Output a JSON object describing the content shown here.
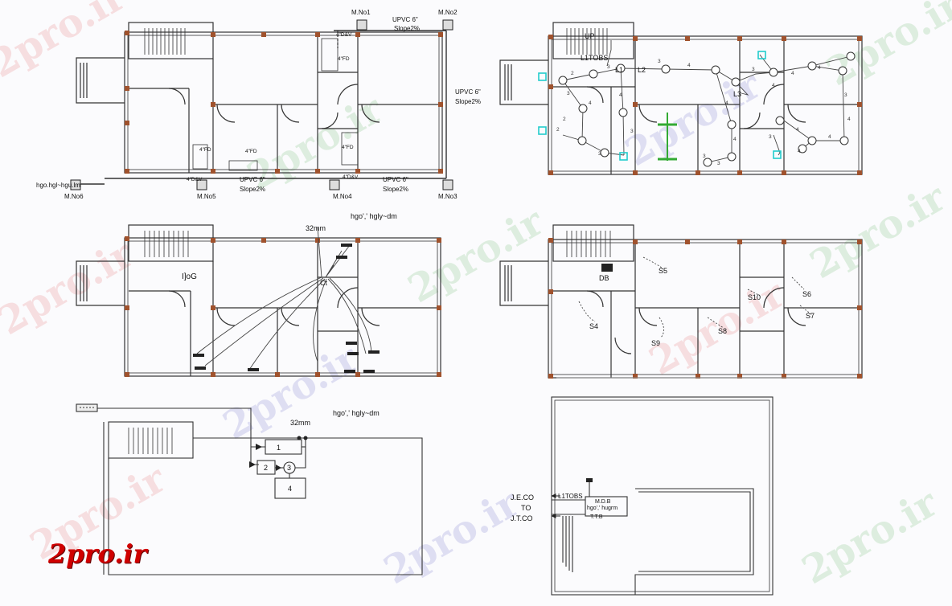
{
  "watermarks": [
    {
      "text": "2pro.ir",
      "cls": "r"
    },
    {
      "text": "2pro.ir",
      "cls": "g"
    },
    {
      "text": "2pro.ir",
      "cls": "b"
    },
    {
      "text": "2pro.ir",
      "cls": "g"
    },
    {
      "text": "2pro.ir",
      "cls": "r"
    },
    {
      "text": "2pro.ir",
      "cls": "b"
    },
    {
      "text": "2pro.ir",
      "cls": "g"
    },
    {
      "text": "2pro.ir",
      "cls": "r"
    },
    {
      "text": "2pro.ir",
      "cls": "g"
    },
    {
      "text": "2pro.ir",
      "cls": "b"
    },
    {
      "text": "2pro.ir",
      "cls": "g"
    },
    {
      "text": "2pro.ir",
      "cls": "r"
    }
  ],
  "logo": "2pro.ir",
  "plumbing_plan": {
    "manholes": [
      "M.No1",
      "M.No2",
      "M.No3",
      "M.No4",
      "M.No5",
      "M.No6"
    ],
    "pipe_labels": [
      "UPVC 6\"",
      "Slope2%",
      "UPVC 6\"",
      "Slope2%",
      "UPVC 6\"",
      "Slope2%",
      "UPVC 6\"",
      "Slope2%"
    ],
    "fitting_labels": [
      "4\"D&V",
      "4\"FD",
      "4\"FD",
      "4\"D&V",
      "4\"FD",
      "4\"FD",
      "4\"D&V"
    ],
    "garbled_label": "hgo.hgl~hgu.lm"
  },
  "lighting_plan": {
    "tags": [
      "L1TOBS",
      "UP",
      "L1",
      "L2",
      "L3"
    ],
    "circuit_numbers": [
      "2",
      "3",
      "4",
      "4",
      "3",
      "4",
      "2",
      "3",
      "3",
      "4",
      "4",
      "3",
      "4",
      "3",
      "4",
      "4",
      "4",
      "3",
      "3",
      "2",
      "3",
      "4",
      "4",
      "3",
      "4"
    ]
  },
  "phone_plan": {
    "title": "hgo',' hgly~dm",
    "pipe_size": "32mm",
    "tag_left": "I]oG",
    "tag_center": "Ct"
  },
  "socket_plan": {
    "db": "DB",
    "sockets": [
      "S4",
      "S5",
      "S6",
      "S7",
      "S8",
      "S9",
      "S10"
    ]
  },
  "phone_riser": {
    "title": "hgo',' hgly~dm",
    "pipe_size": "32mm",
    "boxes": [
      "1",
      "2",
      "3",
      "4"
    ]
  },
  "site_supply": {
    "source_lines": [
      "J.E.CO",
      "TO",
      "J.T.CO"
    ],
    "tag": "L1TOBS",
    "mdb_lines": [
      "M.D.B",
      "hgo',' hugrm",
      "T.T.B"
    ]
  }
}
